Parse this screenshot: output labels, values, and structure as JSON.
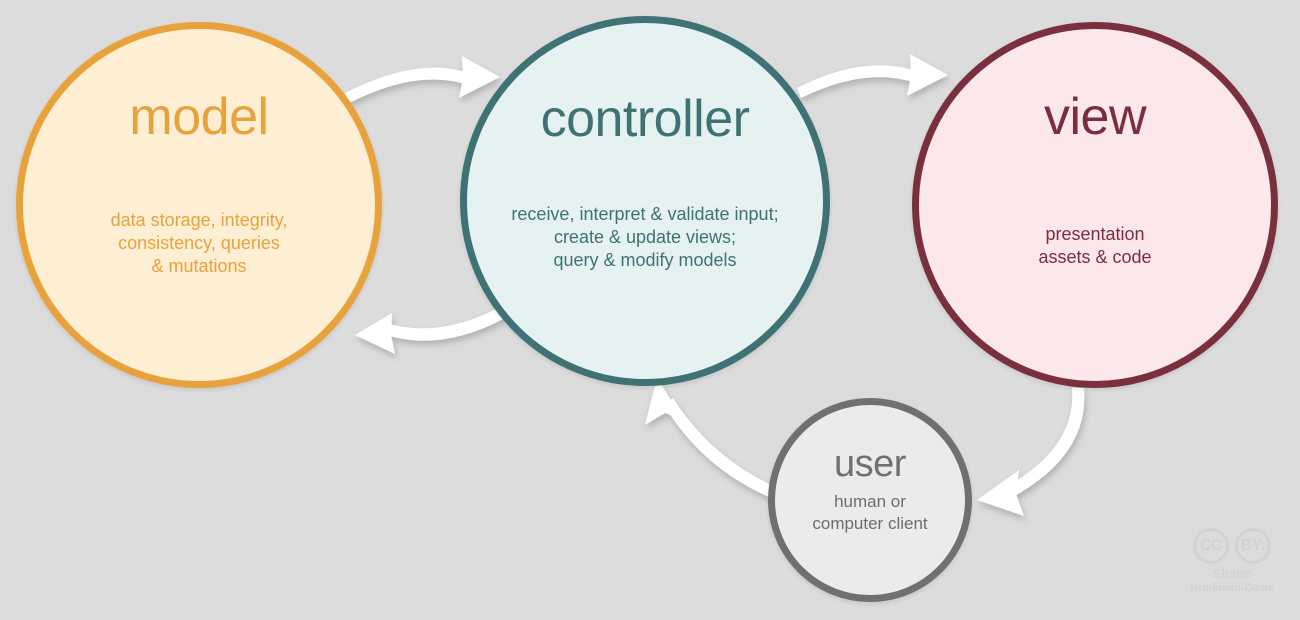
{
  "diagram": {
    "title": "MVC (model-view-controller) architecture diagram",
    "background_color": "#dcdcdc",
    "arrow_color": "#ffffff"
  },
  "nodes": [
    {
      "id": "model",
      "title": "model",
      "description_lines": [
        "data storage, integrity,",
        "consistency, queries",
        "& mutations"
      ],
      "description": "data storage, integrity, consistency, queries & mutations",
      "border_color": "#e8a23c",
      "fill_color": "#fdeed4",
      "text_color": "#e8a23c"
    },
    {
      "id": "controller",
      "title": "controller",
      "description_lines": [
        "receive, interpret & validate input;",
        "create & update views;",
        "query & modify models"
      ],
      "description": "receive, interpret & validate input; create & update views; query & modify models",
      "border_color": "#3f7275",
      "fill_color": "#e6f2f1",
      "text_color": "#3f7275"
    },
    {
      "id": "view",
      "title": "view",
      "description_lines": [
        "presentation",
        "assets & code"
      ],
      "description": "presentation assets & code",
      "border_color": "#79303c",
      "fill_color": "#fce7ea",
      "text_color": "#79303c"
    },
    {
      "id": "user",
      "title": "user",
      "description_lines": [
        "human or",
        "computer client"
      ],
      "description": "human or computer client",
      "border_color": "#707070",
      "fill_color": "#ebebeb",
      "text_color": "#6d6d6d"
    }
  ],
  "edges": [
    {
      "id": "model-to-controller",
      "from": "model",
      "to": "controller",
      "direction": "right",
      "style": "curved-arrow"
    },
    {
      "id": "controller-to-model",
      "from": "controller",
      "to": "model",
      "direction": "left",
      "style": "curved-arrow"
    },
    {
      "id": "controller-to-view",
      "from": "controller",
      "to": "view",
      "direction": "right",
      "style": "curved-arrow"
    },
    {
      "id": "view-to-user",
      "from": "view",
      "to": "user",
      "direction": "down-left",
      "style": "curved-arrow"
    },
    {
      "id": "user-to-controller",
      "from": "user",
      "to": "controller",
      "direction": "up-left",
      "style": "curved-arrow"
    }
  ],
  "license": {
    "mark_cc": "CC",
    "mark_by": "BY:",
    "author_line1": "Shane",
    "author_line2": "Brinkman-Davis",
    "color": "#d2d2d2"
  }
}
